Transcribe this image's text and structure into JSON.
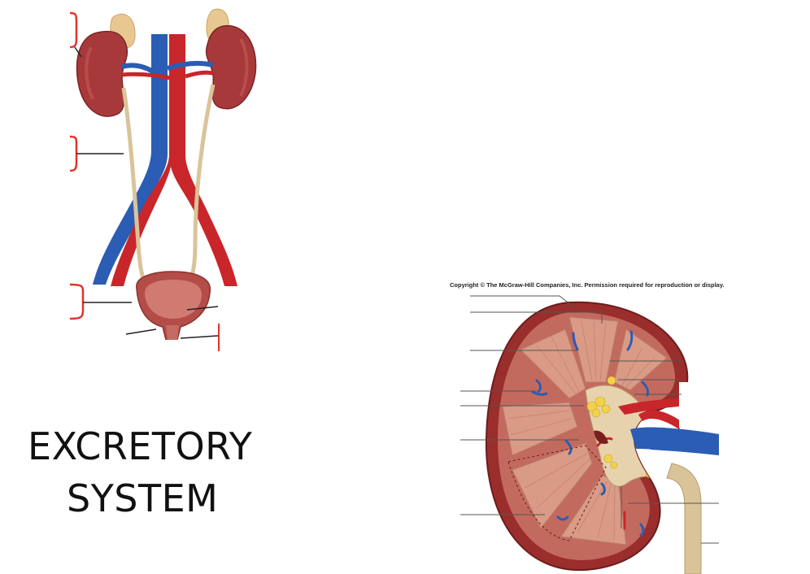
{
  "slide": {
    "title_line1": "EXCRETORY",
    "title_line2": "SYSTEM"
  },
  "kidney_figure": {
    "copyright": "Copyright © The McGraw-Hill Companies, Inc. Permission required for reproduction or display."
  },
  "colors": {
    "artery": "#c8262a",
    "vein": "#2a5db3",
    "kidney": "#a8393a",
    "ureter": "#d9c49a",
    "bracket": "#e0322c",
    "fat": "#f2d24a"
  },
  "icons": [
    "urinary-system-illustration",
    "kidney-cross-section-illustration"
  ]
}
